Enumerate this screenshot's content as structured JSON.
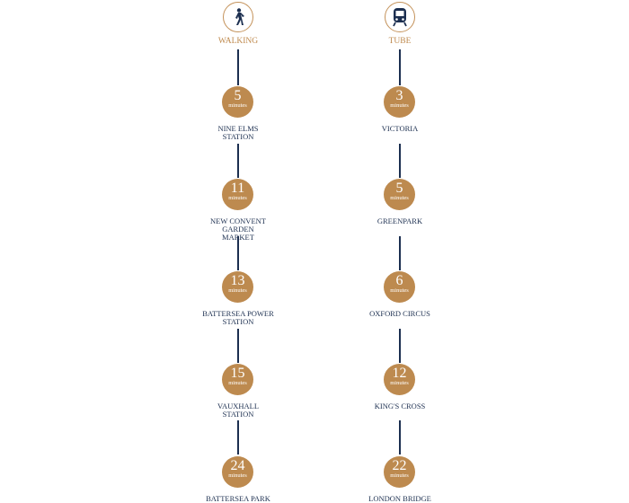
{
  "colors": {
    "gold": "#bd8a4f",
    "navy": "#1c2f50"
  },
  "columns": [
    {
      "id": "walking",
      "icon": "walking-person-icon",
      "title": "WALKING",
      "stops": [
        {
          "value": "5",
          "unit": "minutes",
          "name": "NINE ELMS STATION"
        },
        {
          "value": "11",
          "unit": "minutes",
          "name": "NEW CONVENT GARDEN MARKET"
        },
        {
          "value": "13",
          "unit": "minutes",
          "name": "BATTERSEA POWER STATION"
        },
        {
          "value": "15",
          "unit": "minutes",
          "name": "VAUXHALL STATION"
        },
        {
          "value": "24",
          "unit": "minutes",
          "name": "BATTERSEA PARK"
        }
      ]
    },
    {
      "id": "tube",
      "icon": "train-icon",
      "title": "TUBE",
      "stops": [
        {
          "value": "3",
          "unit": "minutes",
          "name": "VICTORIA"
        },
        {
          "value": "5",
          "unit": "minutes",
          "name": "GREENPARK"
        },
        {
          "value": "6",
          "unit": "minutes",
          "name": "OXFORD CIRCUS"
        },
        {
          "value": "12",
          "unit": "minutes",
          "name": "KING'S CROSS"
        },
        {
          "value": "22",
          "unit": "minutes",
          "name": "LONDON BRIDGE"
        }
      ]
    }
  ]
}
